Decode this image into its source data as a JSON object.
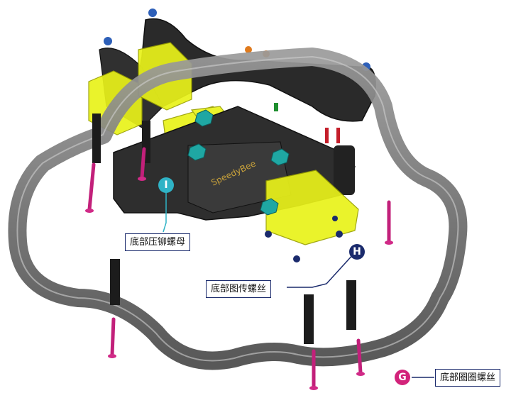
{
  "callouts": [
    {
      "id": "I",
      "text": "底部压铆螺母",
      "color": "#2fb3c6"
    },
    {
      "id": "H",
      "text": "底部图传螺丝",
      "color": "#1a2a6c"
    },
    {
      "id": "G",
      "text": "底部圈圈螺丝",
      "color": "#d2237a"
    }
  ],
  "brand_text": "SpeedyBee"
}
